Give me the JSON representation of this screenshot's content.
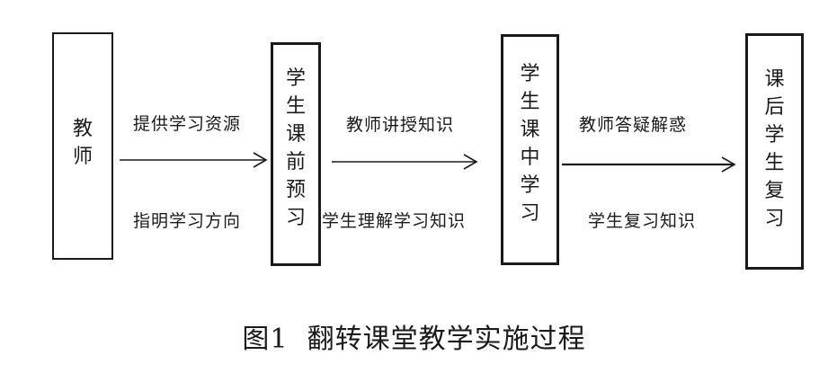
{
  "nodes": {
    "teacher": "教师",
    "pre_class": "学生课前预习",
    "in_class": "学生课中学习",
    "after_class": "课后学生复习"
  },
  "edges": {
    "teacher_to_pre": {
      "top": "提供学习资源",
      "bottom": "指明学习方向"
    },
    "pre_to_in": {
      "top": "教师讲授知识",
      "bottom": "学生理解学习知识"
    },
    "in_to_after": {
      "top": "教师答疑解惑",
      "bottom": "学生复习知识"
    }
  },
  "caption": "图1  翻转课堂教学实施过程"
}
